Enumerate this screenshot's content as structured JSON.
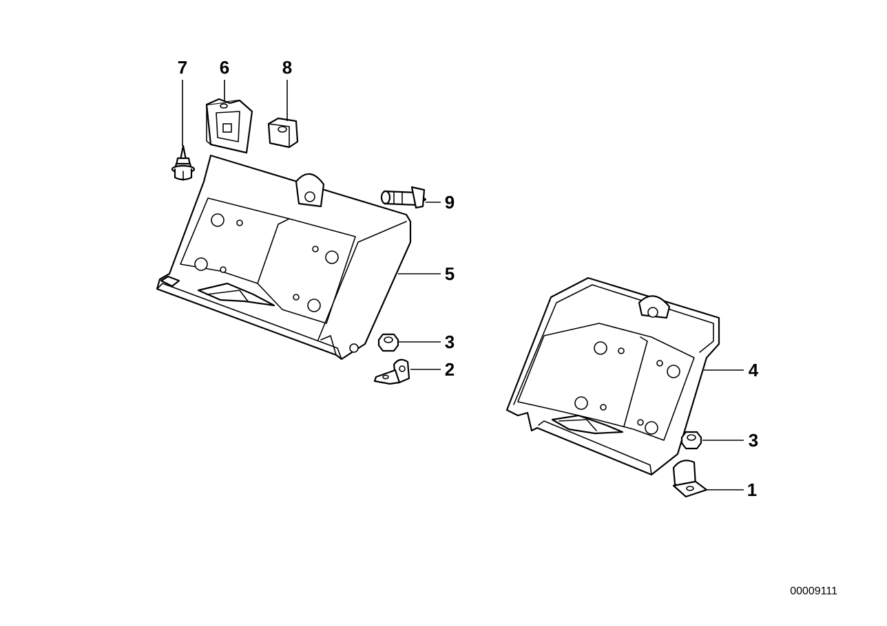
{
  "callouts": {
    "c7": "7",
    "c6": "6",
    "c8": "8",
    "c9": "9",
    "c5": "5",
    "c3a": "3",
    "c2": "2",
    "c4": "4",
    "c3b": "3",
    "c1": "1"
  },
  "diagram_number": "00009111"
}
